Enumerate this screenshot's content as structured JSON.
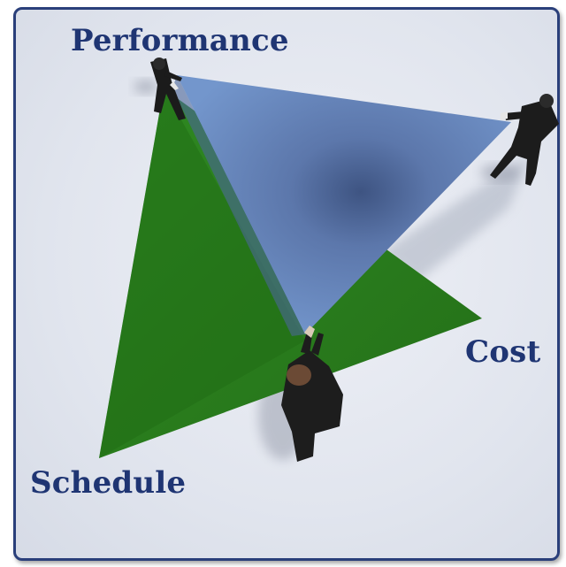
{
  "labels": {
    "performance": "Performance",
    "cost": "Cost",
    "schedule": "Schedule"
  },
  "colors": {
    "frame_border": "#2a3f7a",
    "background": "#e1e5ee",
    "green_triangle": "#2a7d1e",
    "blue_triangle": "#6f8fc4",
    "label_text": "#1f3573"
  }
}
